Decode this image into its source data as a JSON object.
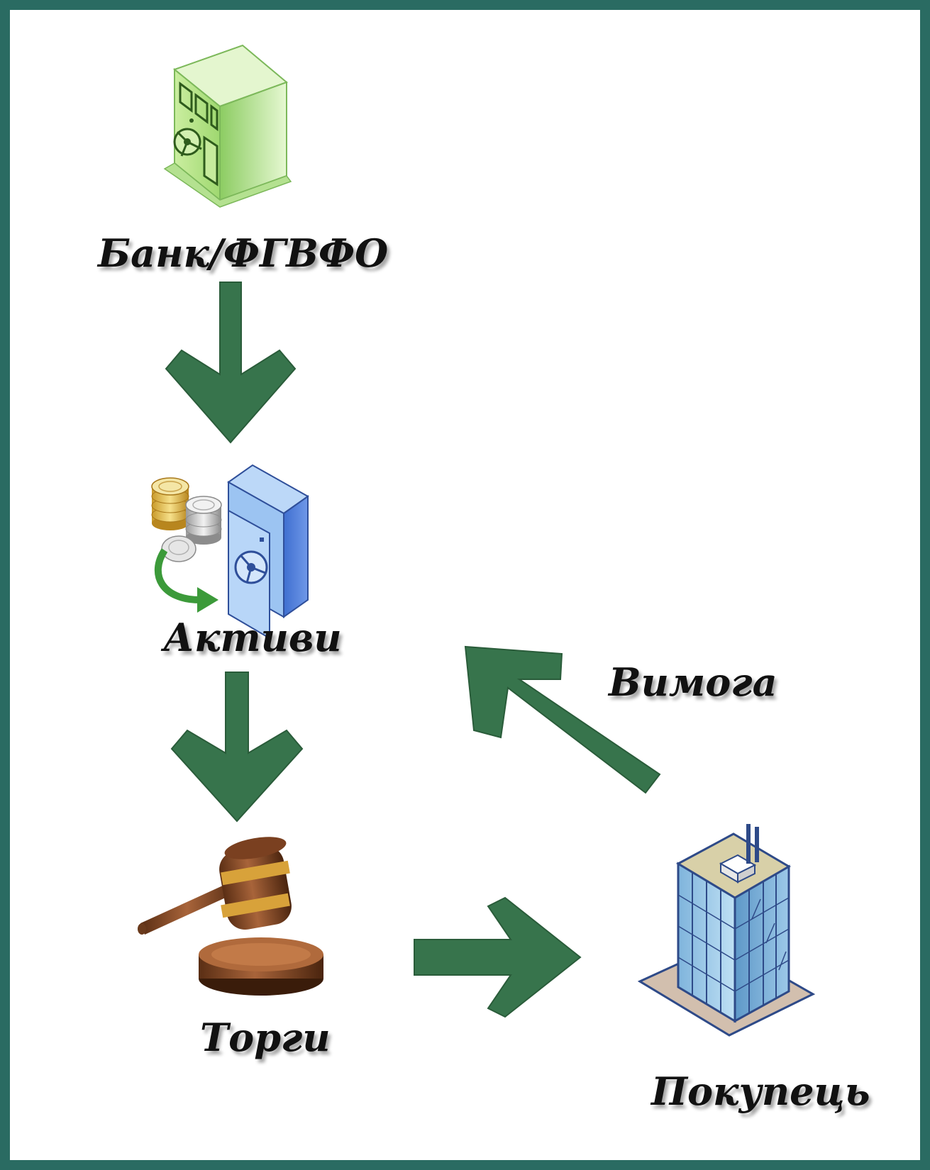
{
  "colors": {
    "border": "#2a6b62",
    "arrow": "#37744c",
    "arrow_outline": "#2a5c3a"
  },
  "nodes": {
    "bank": {
      "label": "Банк/ФГВФО",
      "icon": "bank-building-icon"
    },
    "assets": {
      "label": "Активи",
      "icon": "coins-safe-icon"
    },
    "auction": {
      "label": "Торги",
      "icon": "gavel-icon"
    },
    "buyer": {
      "label": "Покупець",
      "icon": "office-tower-icon"
    }
  },
  "edges": [
    {
      "from": "bank",
      "to": "assets"
    },
    {
      "from": "assets",
      "to": "auction"
    },
    {
      "from": "auction",
      "to": "buyer"
    },
    {
      "from": "buyer",
      "to": "assets",
      "label": "Вимога"
    }
  ]
}
